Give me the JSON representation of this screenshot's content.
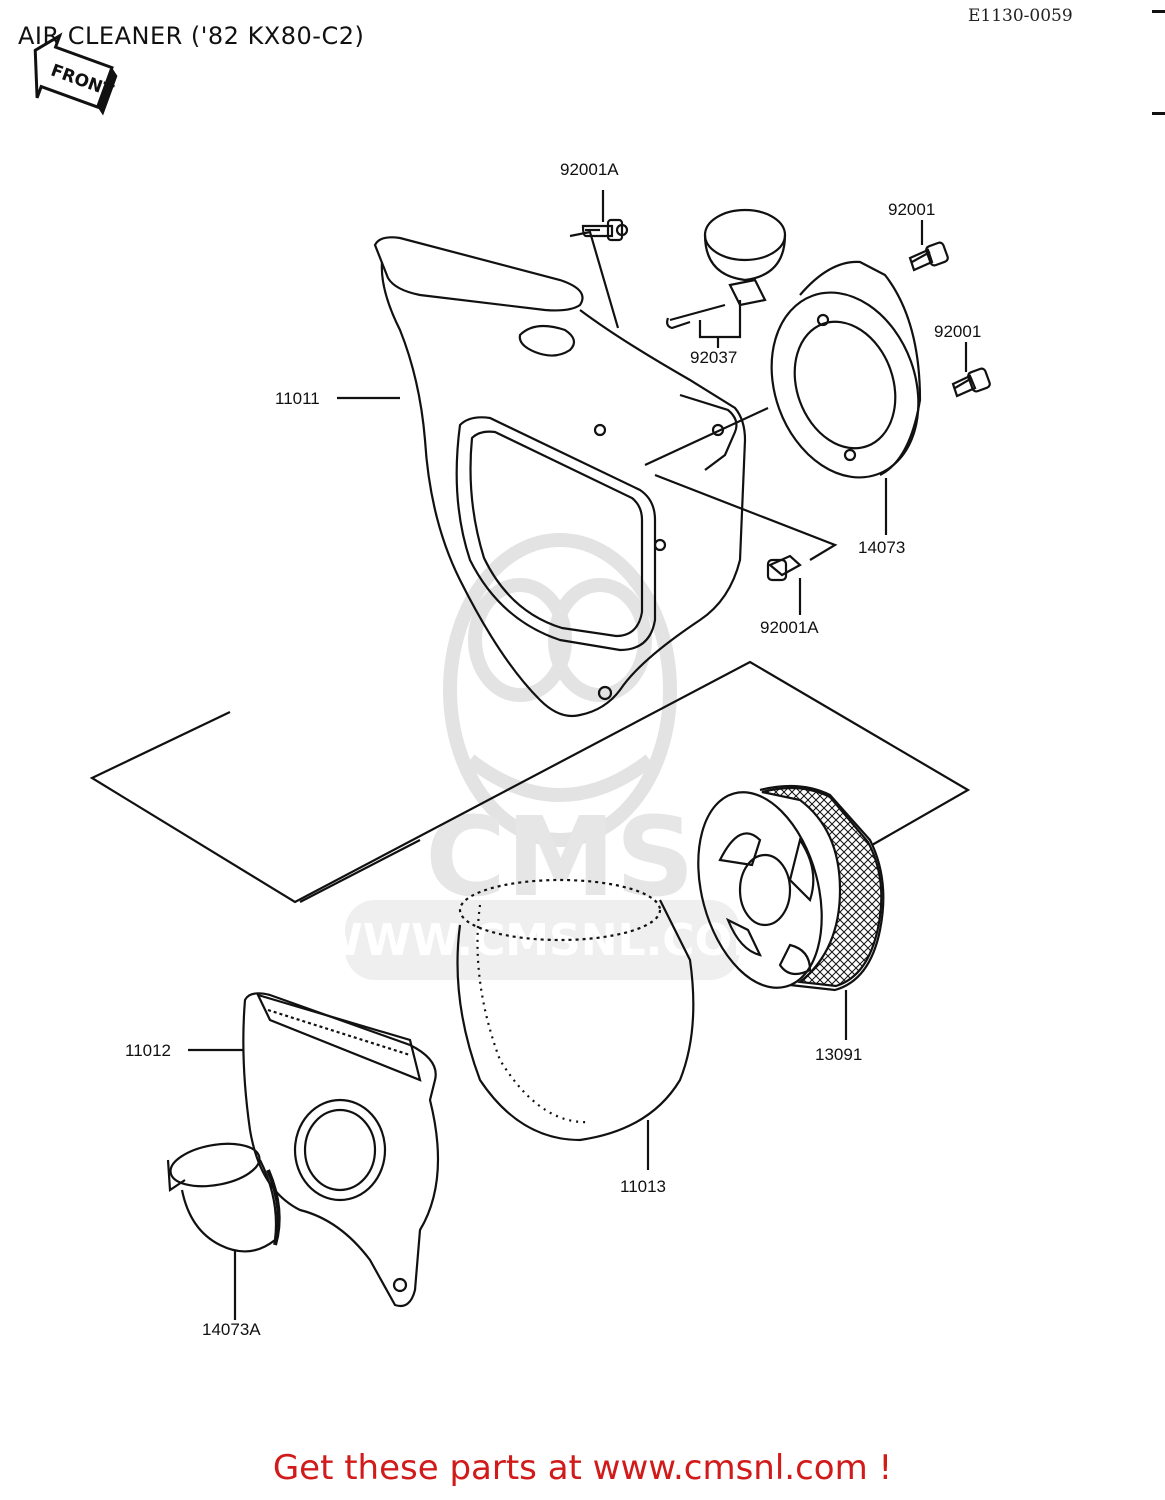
{
  "header": {
    "title": "AIR CLEANER ('82 KX80-C2)",
    "doc_code": "E1130-0059",
    "front_marker": "FRONT"
  },
  "labels": {
    "p92001A_top": "92001A",
    "p92001_a": "92001",
    "p92001_b": "92001",
    "p92037": "92037",
    "p11011": "11011",
    "p14073": "14073",
    "p92001A_bottom": "92001A",
    "p11012": "11012",
    "p13091": "13091",
    "p11013": "11013",
    "p14073A": "14073A"
  },
  "watermark": {
    "brand": "CMS",
    "url": "WWW.CMSNL.COM"
  },
  "footer": {
    "cta": "Get these parts at www.cmsnl.com !"
  },
  "colors": {
    "line": "#111111",
    "footer_text": "#d11a1a",
    "watermark": "#e3e3e3"
  }
}
